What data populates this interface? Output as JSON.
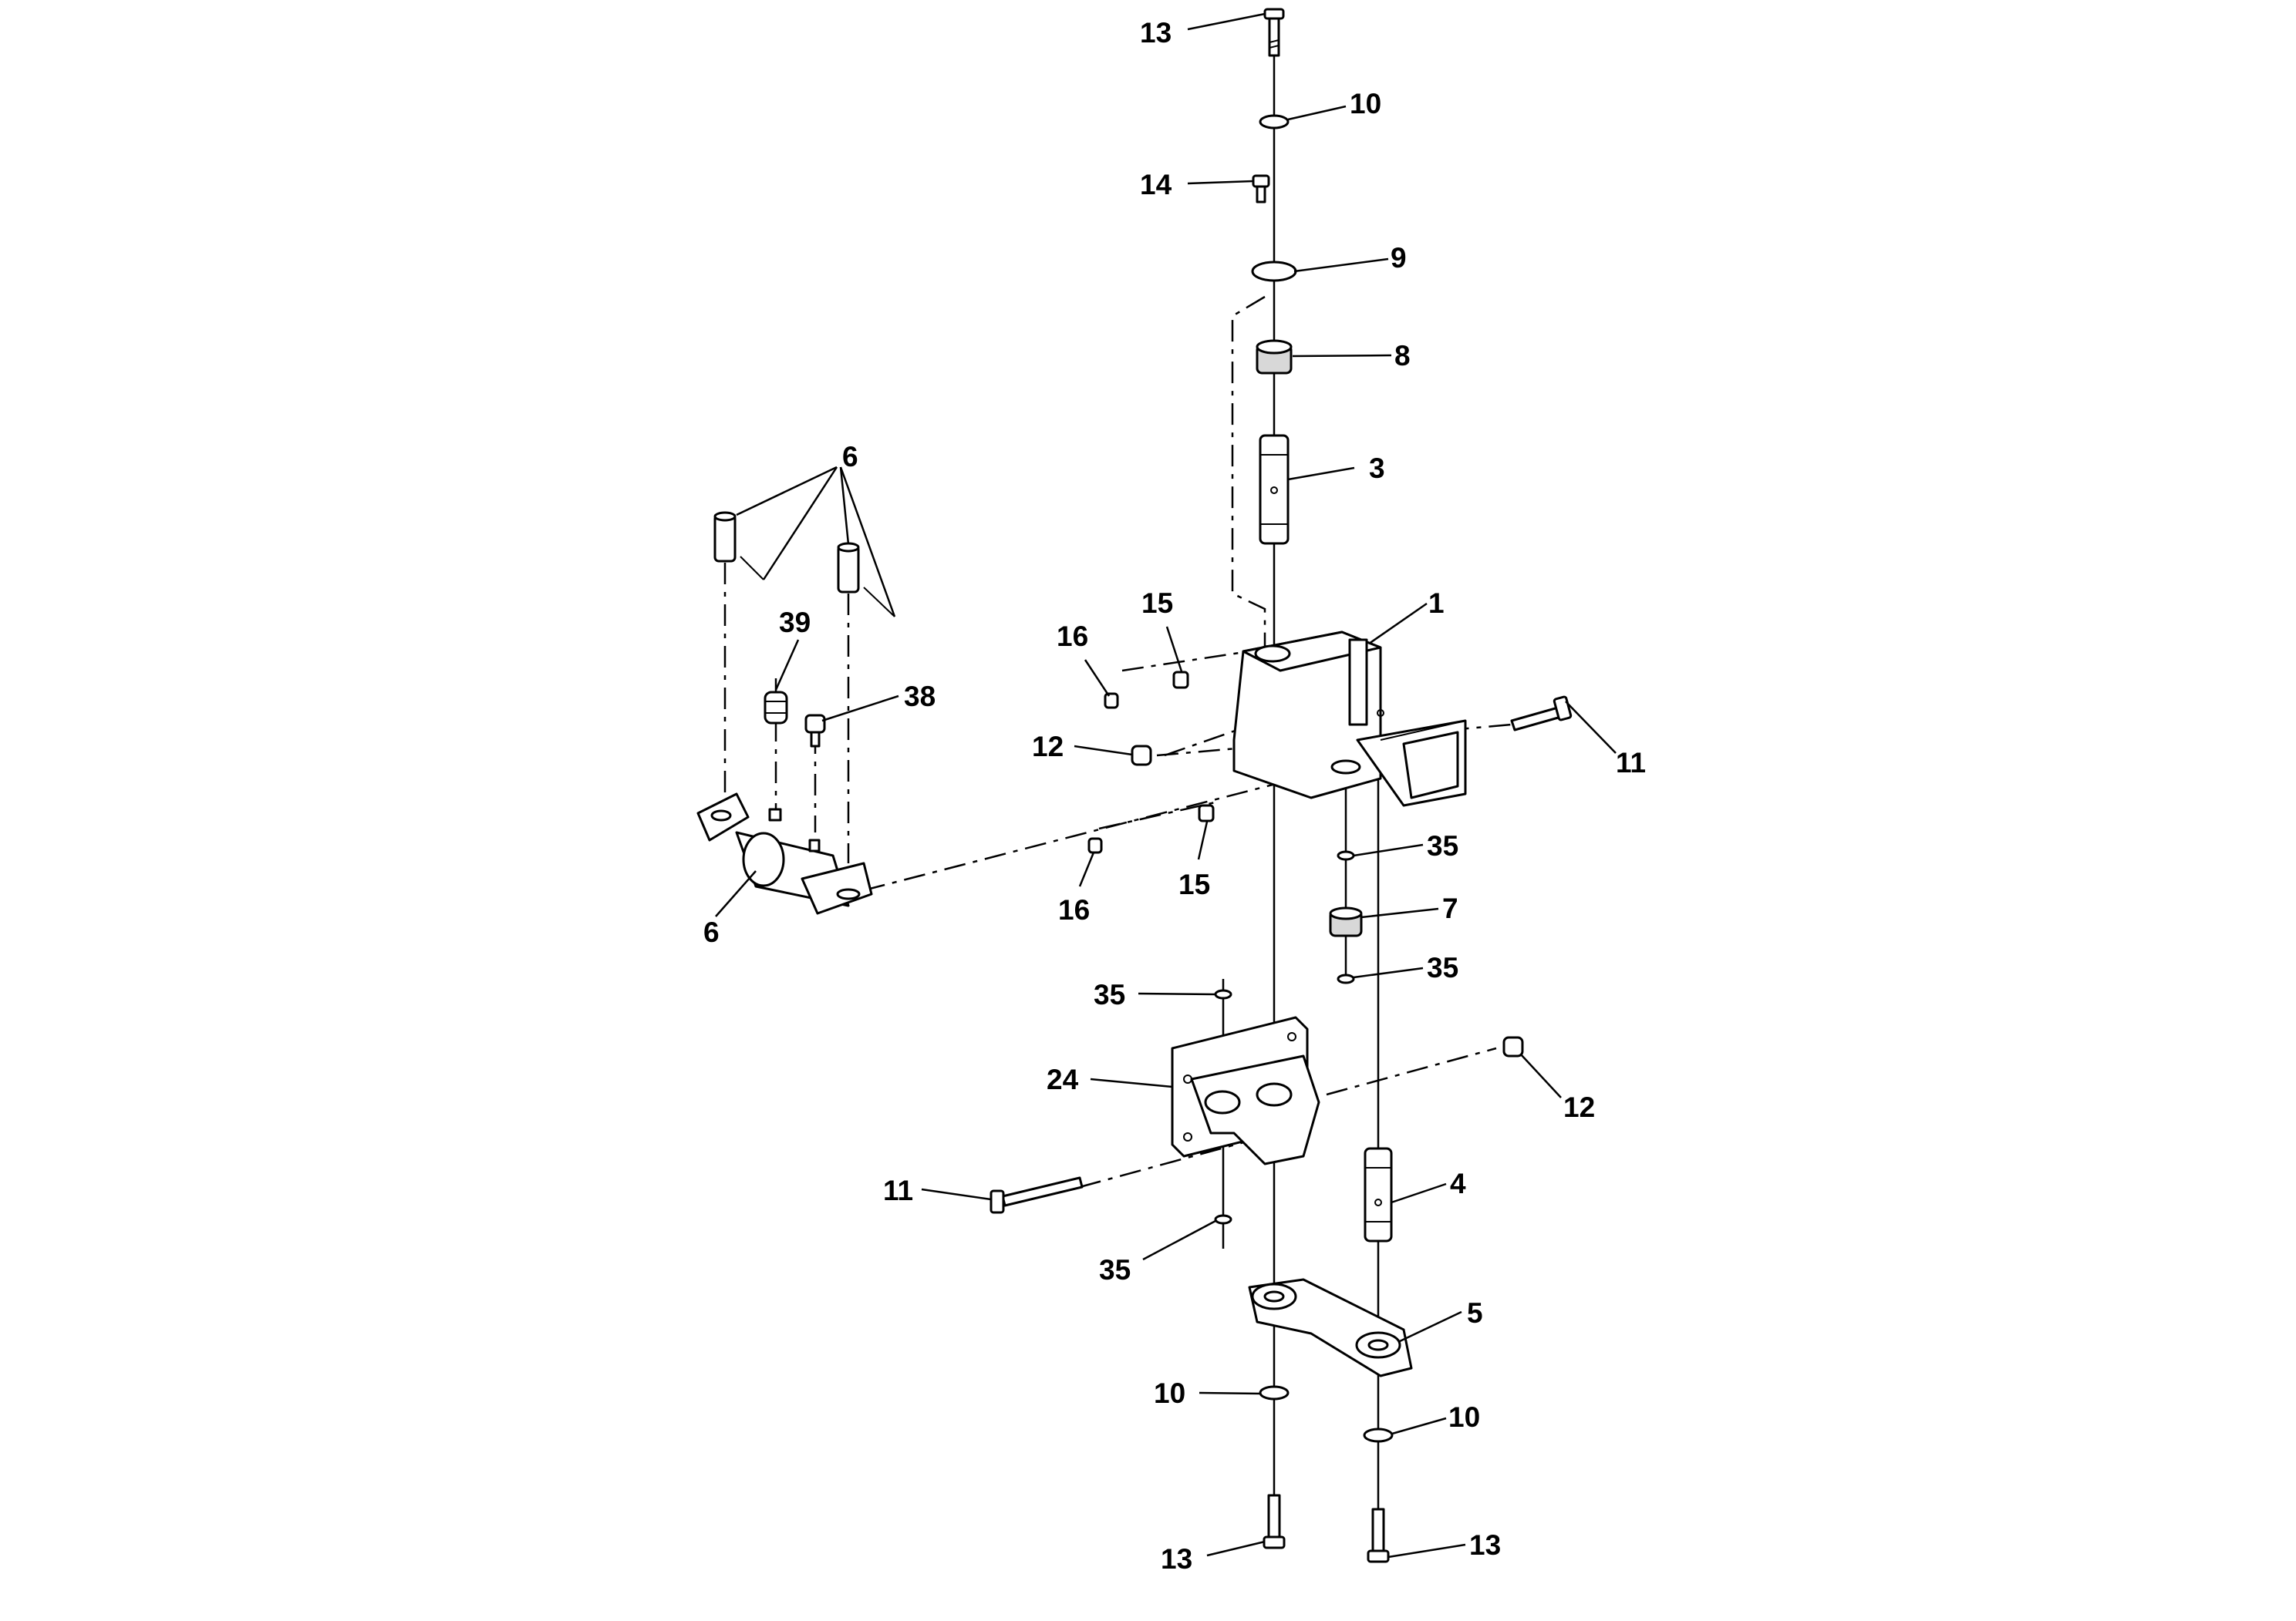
{
  "diagram": {
    "callouts": {
      "c13_top": "13",
      "c10_top": "10",
      "c14": "14",
      "c9": "9",
      "c8": "8",
      "c3": "3",
      "c6_top": "6",
      "c39": "39",
      "c38": "38",
      "c6_bottom": "6",
      "c1": "1",
      "c15_upper": "15",
      "c16_upper": "16",
      "c12_upper": "12",
      "c11_right": "11",
      "c35_a": "35",
      "c16_lower": "16",
      "c15_lower": "15",
      "c7": "7",
      "c35_b": "35",
      "c35_c": "35",
      "c24": "24",
      "c12_lower": "12",
      "c11_left": "11",
      "c4": "4",
      "c35_d": "35",
      "c5": "5",
      "c10_lower_left": "10",
      "c10_lower_right": "10",
      "c13_lower_left": "13",
      "c13_lower_right": "13"
    }
  }
}
